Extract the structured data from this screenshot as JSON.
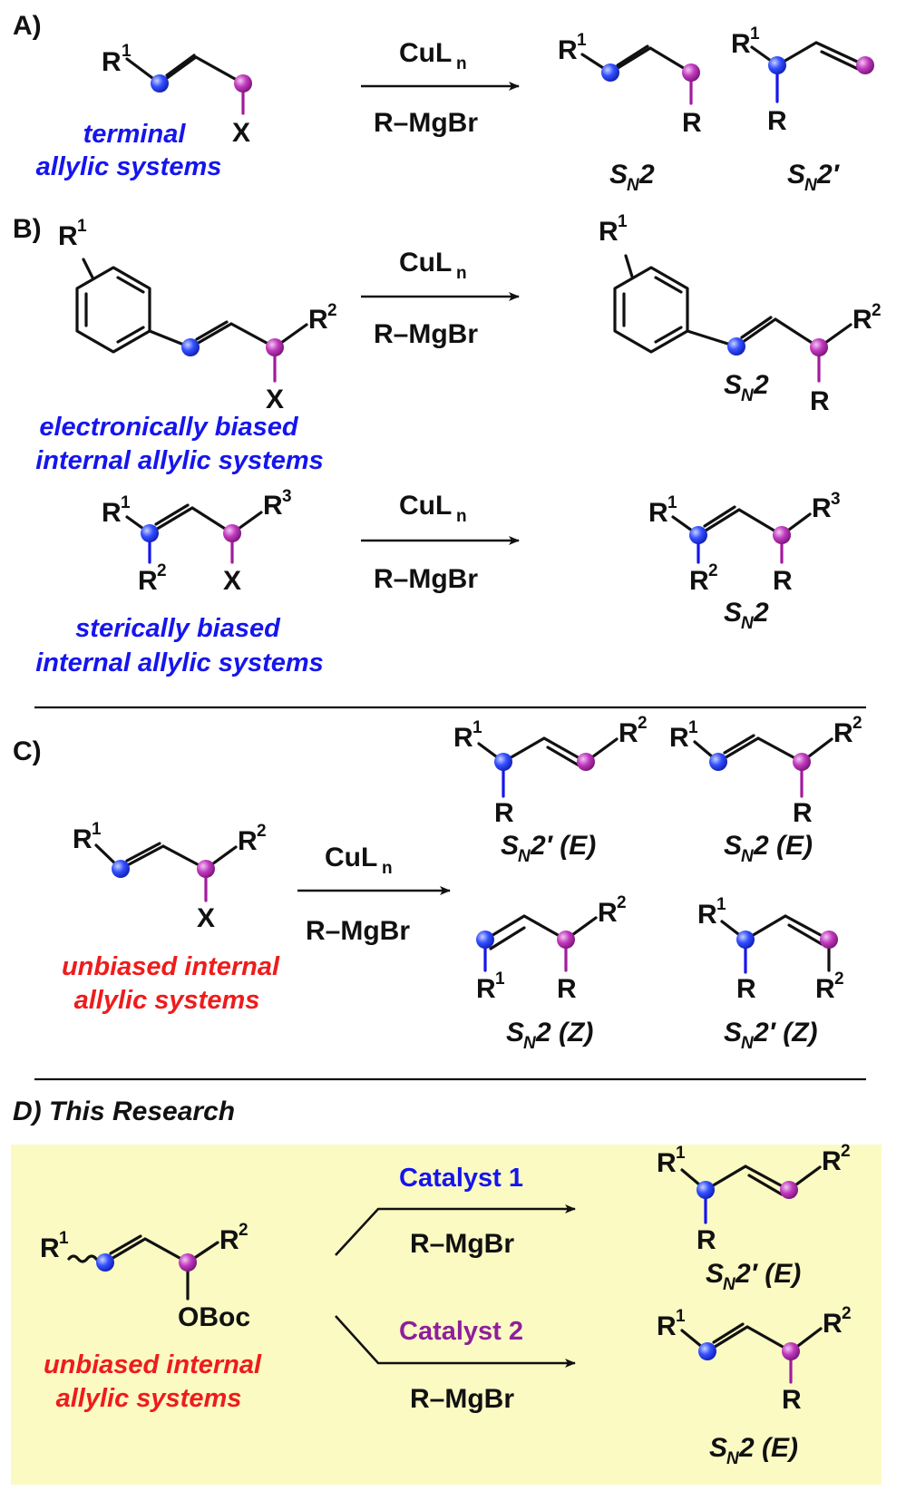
{
  "colors": {
    "blue_atom": "#1d33ee",
    "purple_atom": "#b62fb4",
    "caption_blue": "#1515ee",
    "caption_red": "#ee1c1c",
    "catalyst2_purple": "#8e1f9a",
    "panel_d_background": "#fbfac3"
  },
  "panel_a": {
    "label": "A)",
    "caption_line1": "terminal",
    "caption_line2": "allylic systems",
    "reagent_top": "CuL",
    "reagent_top_sub": "n",
    "reagent_bottom": "R–MgBr",
    "product1_label": "2",
    "product2_label": "2′"
  },
  "panel_b": {
    "label": "B)",
    "caption1_line1": "electronically biased",
    "caption1_line2": "internal allylic systems",
    "caption2_line1": "sterically biased",
    "caption2_line2": "internal allylic systems",
    "reagent_top": "CuL",
    "reagent_top_sub": "n",
    "reagent_bottom": "R–MgBr",
    "product_label": "2"
  },
  "panel_c": {
    "label": "C)",
    "caption_line1": "unbiased internal",
    "caption_line2": "allylic systems",
    "reagent_top": "CuL",
    "reagent_top_sub": "n",
    "reagent_bottom": "R–MgBr",
    "product_labels": [
      "2′ (E)",
      "2 (E)",
      "2 (Z)",
      "2′ (Z)"
    ]
  },
  "panel_d": {
    "label": "D) This Research",
    "caption_line1": "unbiased internal",
    "caption_line2": "allylic systems",
    "leaving_group": "OBoc",
    "catalyst1": "Catalyst 1",
    "catalyst2": "Catalyst 2",
    "reagent_bottom": "R–MgBr",
    "product_labels": [
      "2′ (E)",
      "2 (E)"
    ]
  },
  "atoms": {
    "R": "R",
    "X": "X",
    "S": "S",
    "N": "N",
    "sup1": "1",
    "sup2": "2",
    "sup3": "3"
  }
}
